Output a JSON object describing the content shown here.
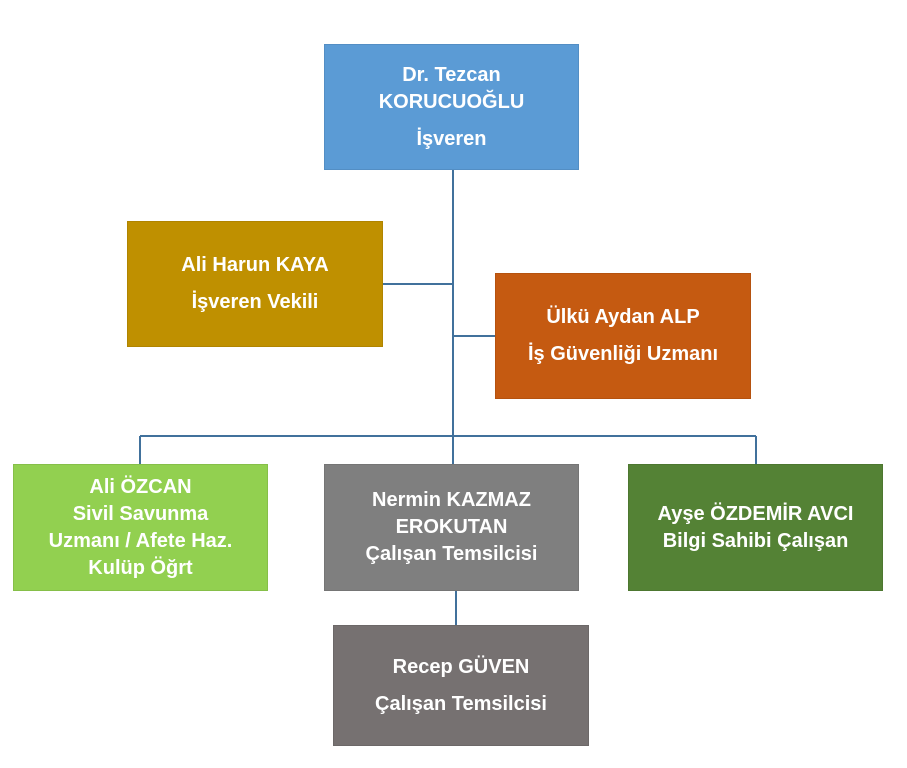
{
  "colors": {
    "connector": "#41719c",
    "root": "#5b9bd5",
    "vekil": "#bf9000",
    "uzman": "#c55a11",
    "sivil": "#92d050",
    "nermin": "#7f7f7f",
    "ayse": "#548235",
    "recep": "#767171"
  },
  "nodes": {
    "root": {
      "name_line1": "Dr. Tezcan",
      "name_line2": "KORUCUOĞLU",
      "role": "İşveren"
    },
    "vekil": {
      "name": "Ali Harun KAYA",
      "role": "İşveren Vekili"
    },
    "uzman": {
      "name": "Ülkü Aydan ALP",
      "role": "İş Güvenliği Uzmanı"
    },
    "sivil": {
      "line1": "Ali ÖZCAN",
      "line2": "Sivil Savunma",
      "line3": "Uzmanı / Afete Haz.",
      "line4": "Kulüp Öğrt"
    },
    "nermin": {
      "name_line1": "Nermin KAZMAZ",
      "name_line2": "EROKUTAN",
      "role": "Çalışan Temsilcisi"
    },
    "ayse": {
      "name": "Ayşe ÖZDEMİR AVCI",
      "role": "Bilgi Sahibi Çalışan"
    },
    "recep": {
      "name": "Recep GÜVEN",
      "role": "Çalışan Temsilcisi"
    }
  }
}
